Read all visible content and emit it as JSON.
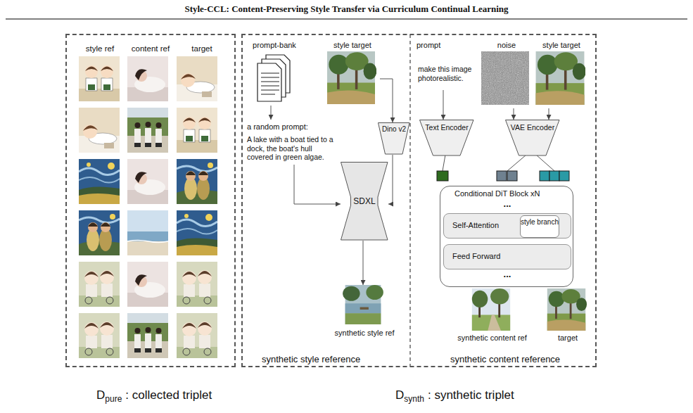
{
  "diagram": {
    "title": "Style-CCL: Content-Preserving Style Transfer via Curriculum Continual Learning",
    "nodes": [
      {
        "text": [
          "style ref",
          "content ref",
          "target"
        ]
      },
      {
        "text": [
          "synthetic style reference",
          "synthetic content reference"
        ]
      },
      {
        "text": [
          "prompt-bank"
        ],
        "in": 1
      },
      {
        "text": [
          "a random prompt:",
          "A lake with a boat tied to a dock, the boat's hull covered in green algae."
        ],
        "in": 1
      },
      {
        "text": [
          "style target"
        ],
        "in": 1
      },
      {
        "text": [
          "Dino v2"
        ],
        "in": 1
      },
      {
        "text": [
          "SDXL"
        ],
        "in": 1
      },
      {
        "text": [
          "synthetic style ref"
        ],
        "in": 1
      },
      {
        "text": [
          "prompt",
          "make this image photorealistic."
        ],
        "in": 1
      },
      {
        "text": [
          "noise"
        ],
        "in": 1
      },
      {
        "text": [
          "style target"
        ],
        "in": 1
      },
      {
        "text": [
          "Text Encoder"
        ],
        "in": 1
      },
      {
        "text": [
          "VAE Encoder"
        ],
        "in": 1
      },
      {
        "text": [
          "Conditional DiT Block xN",
          "...",
          "..."
        ],
        "in": 1
      },
      {
        "text": [
          "Self-Attention"
        ],
        "in": 13
      },
      {
        "text": [
          "style branch"
        ],
        "in": 14
      },
      {
        "text": [
          "Feed Forward"
        ],
        "in": 13
      },
      {
        "text": [
          "synthetic content ref"
        ],
        "in": 1
      },
      {
        "text": [
          "target"
        ],
        "in": 1
      }
    ],
    "edges": [
      {
        "from": 2,
        "to": 3,
        "arrow": "to"
      },
      {
        "from": 3,
        "to": 6,
        "arrow": "to"
      },
      {
        "from": 4,
        "to": 5,
        "arrow": "to"
      },
      {
        "from": 5,
        "to": 6,
        "arrow": "to"
      },
      {
        "from": 6,
        "to": 7,
        "arrow": "to"
      },
      {
        "from": 8,
        "to": 11,
        "arrow": "to"
      },
      {
        "from": 9,
        "to": 12,
        "arrow": "to"
      },
      {
        "from": 10,
        "to": 12,
        "arrow": "to"
      }
    ],
    "labels": [
      "D",
      "pure",
      ": collected triplet",
      "D",
      "synth",
      ": synthetic triplet"
    ]
  }
}
